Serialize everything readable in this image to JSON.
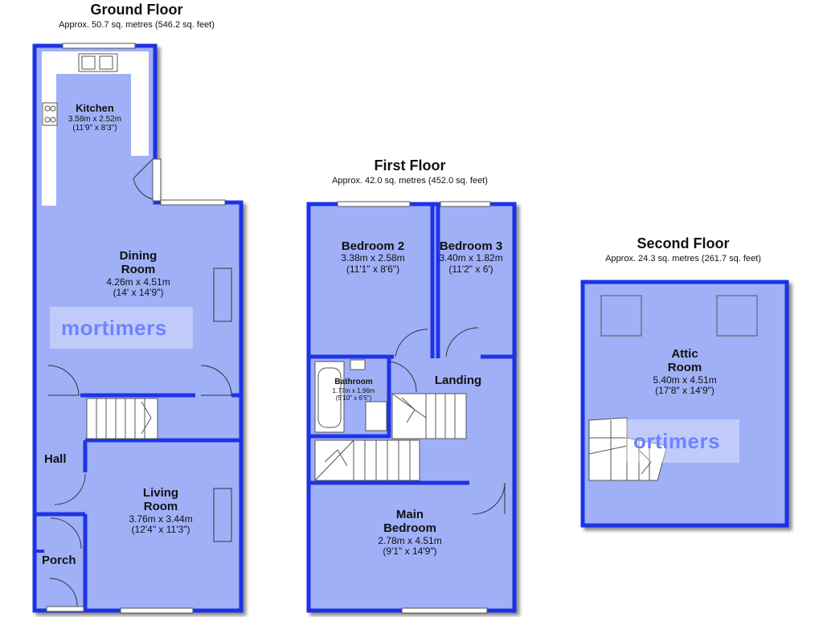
{
  "ground_floor": {
    "title": "Ground Floor",
    "area": "Approx. 50.7 sq. metres (546.2 sq. feet)",
    "rooms": {
      "kitchen": {
        "name": "Kitchen",
        "metric": "3.58m x 2.52m",
        "imperial": "(11'9\" x 8'3\")"
      },
      "dining": {
        "name": "Dining",
        "name2": "Room",
        "metric": "4.26m x 4.51m",
        "imperial": "(14' x 14'9\")"
      },
      "living": {
        "name": "Living",
        "name2": "Room",
        "metric": "3.76m x 3.44m",
        "imperial": "(12'4\" x 11'3\")"
      },
      "hall": {
        "name": "Hall"
      },
      "porch": {
        "name": "Porch"
      }
    }
  },
  "first_floor": {
    "title": "First Floor",
    "area": "Approx. 42.0 sq. metres (452.0 sq. feet)",
    "rooms": {
      "bedroom2": {
        "name": "Bedroom 2",
        "metric": "3.38m x 2.58m",
        "imperial": "(11'1\" x 8'6\")"
      },
      "bedroom3": {
        "name": "Bedroom 3",
        "metric": "3.40m x 1.82m",
        "imperial": "(11'2\" x 6')"
      },
      "bathroom": {
        "name": "Bathroom",
        "metric": "1.77m x 1.96m",
        "imperial": "(5'10\" x 6'5\")"
      },
      "landing": {
        "name": "Landing"
      },
      "main_bedroom": {
        "name": "Main",
        "name2": "Bedroom",
        "metric": "2.78m x 4.51m",
        "imperial": "(9'1\" x 14'9\")"
      }
    }
  },
  "second_floor": {
    "title": "Second Floor",
    "area": "Approx. 24.3 sq. metres (261.7 sq. feet)",
    "rooms": {
      "attic": {
        "name": "Attic",
        "name2": "Room",
        "metric": "5.40m x 4.51m",
        "imperial": "(17'8\" x 14'9\")"
      }
    }
  },
  "watermark": {
    "ground": "mortimers",
    "attic": "ortimers"
  },
  "colors": {
    "wall": "#1f33e6",
    "floor": "#9fb0f7",
    "shadow": "#8a8a8a",
    "watermark": "#6c84ff"
  }
}
